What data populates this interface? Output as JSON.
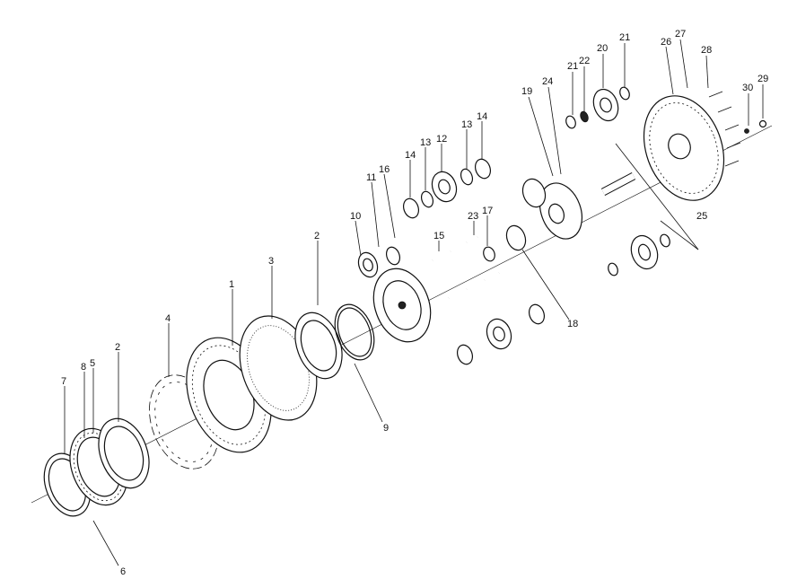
{
  "callouts": {
    "c1": "1",
    "c2a": "2",
    "c2b": "2",
    "c3": "3",
    "c4": "4",
    "c5": "5",
    "c6": "6",
    "c7": "7",
    "c8": "8",
    "c9": "9",
    "c10": "10",
    "c11": "11",
    "c12": "12",
    "c13a": "13",
    "c13b": "13",
    "c14a": "14",
    "c14b": "14",
    "c15": "15",
    "c16": "16",
    "c17": "17",
    "c18": "18",
    "c19": "19",
    "c20": "20",
    "c21a": "21",
    "c21b": "21",
    "c22": "22",
    "c23": "23",
    "c24": "24",
    "c25": "25",
    "c26": "26",
    "c27": "27",
    "c28": "28",
    "c29": "29",
    "c30": "30"
  }
}
